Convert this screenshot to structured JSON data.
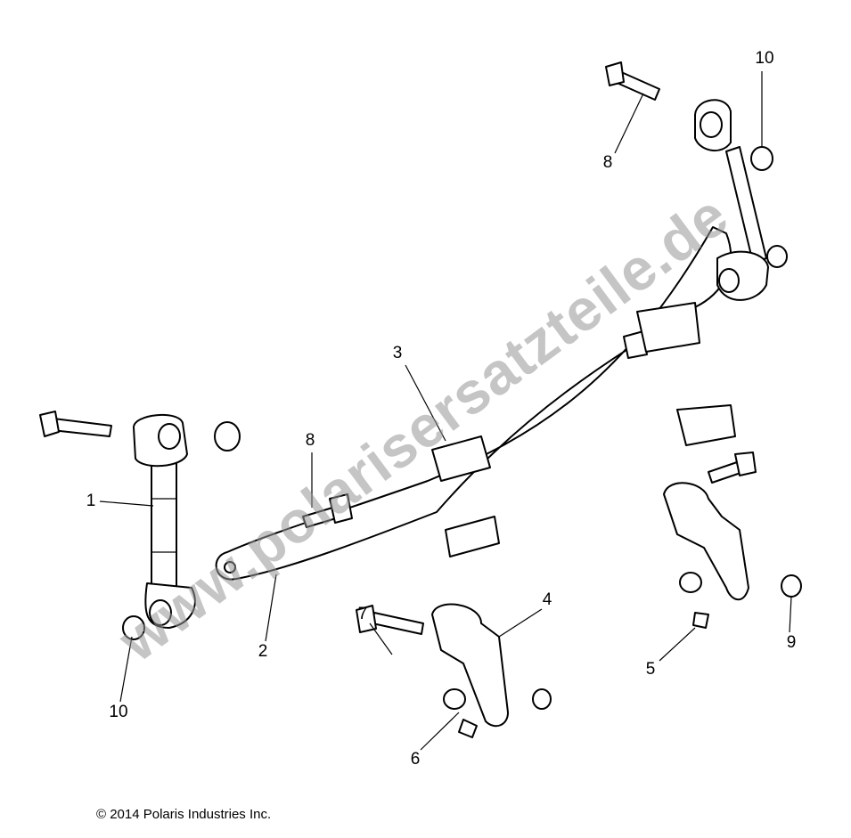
{
  "diagram": {
    "callouts": [
      {
        "id": "c10a",
        "label": "10"
      },
      {
        "id": "c8a",
        "label": "8"
      },
      {
        "id": "c3",
        "label": "3"
      },
      {
        "id": "c8b",
        "label": "8"
      },
      {
        "id": "c1",
        "label": "1"
      },
      {
        "id": "c2",
        "label": "2"
      },
      {
        "id": "c7",
        "label": "7"
      },
      {
        "id": "c4",
        "label": "4"
      },
      {
        "id": "c10b",
        "label": "10"
      },
      {
        "id": "c6",
        "label": "6"
      },
      {
        "id": "c5",
        "label": "5"
      },
      {
        "id": "c9",
        "label": "9"
      }
    ],
    "watermark": "www.polarisersatzteile.de",
    "copyright": "© 2014 Polaris Industries Inc."
  }
}
